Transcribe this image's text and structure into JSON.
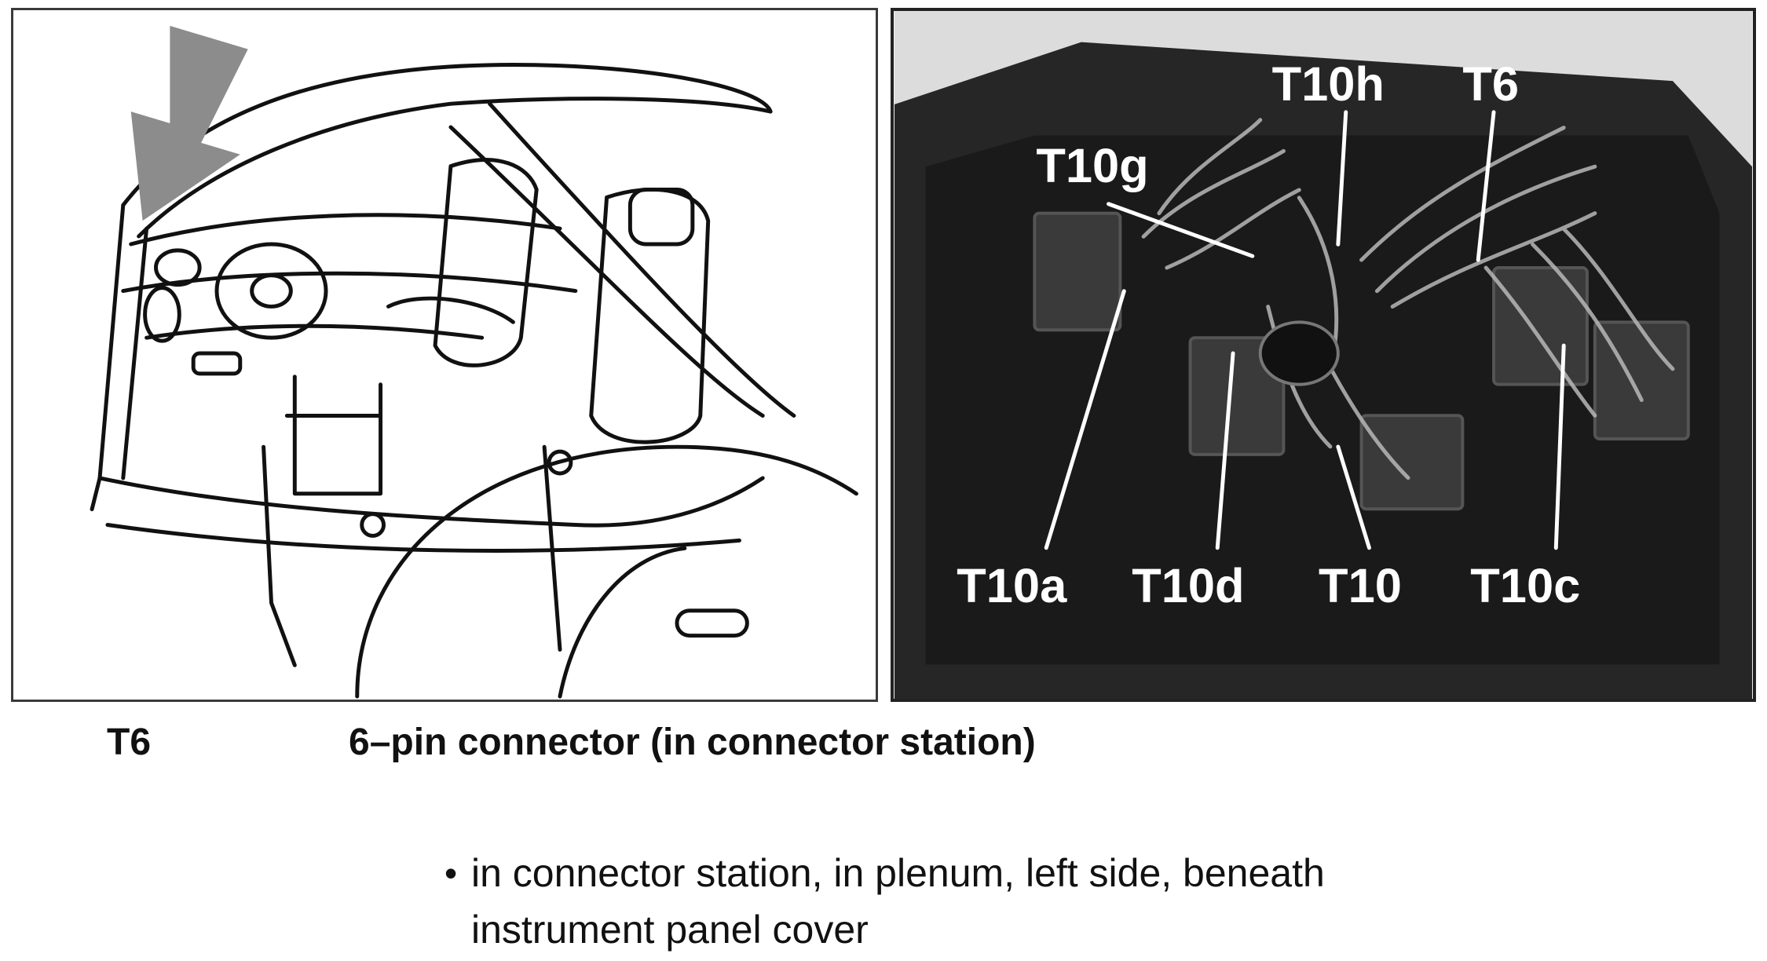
{
  "figure": {
    "left_panel": {
      "description_icon": "vehicle-interior-line-drawing"
    },
    "right_panel": {
      "labels": [
        "T10h",
        "T6",
        "T10g",
        "T10a",
        "T10d",
        "T10",
        "T10c"
      ]
    }
  },
  "caption": {
    "code": "T6",
    "title": "6–pin connector (in connector station)"
  },
  "location": {
    "bullet": "•",
    "text_line1": "in connector station, in plenum, left side, beneath",
    "text_line2": "instrument panel cover"
  },
  "colors": {
    "arrow": "#8c8c8c",
    "photo_bg": "#262626",
    "label": "#ffffff"
  }
}
